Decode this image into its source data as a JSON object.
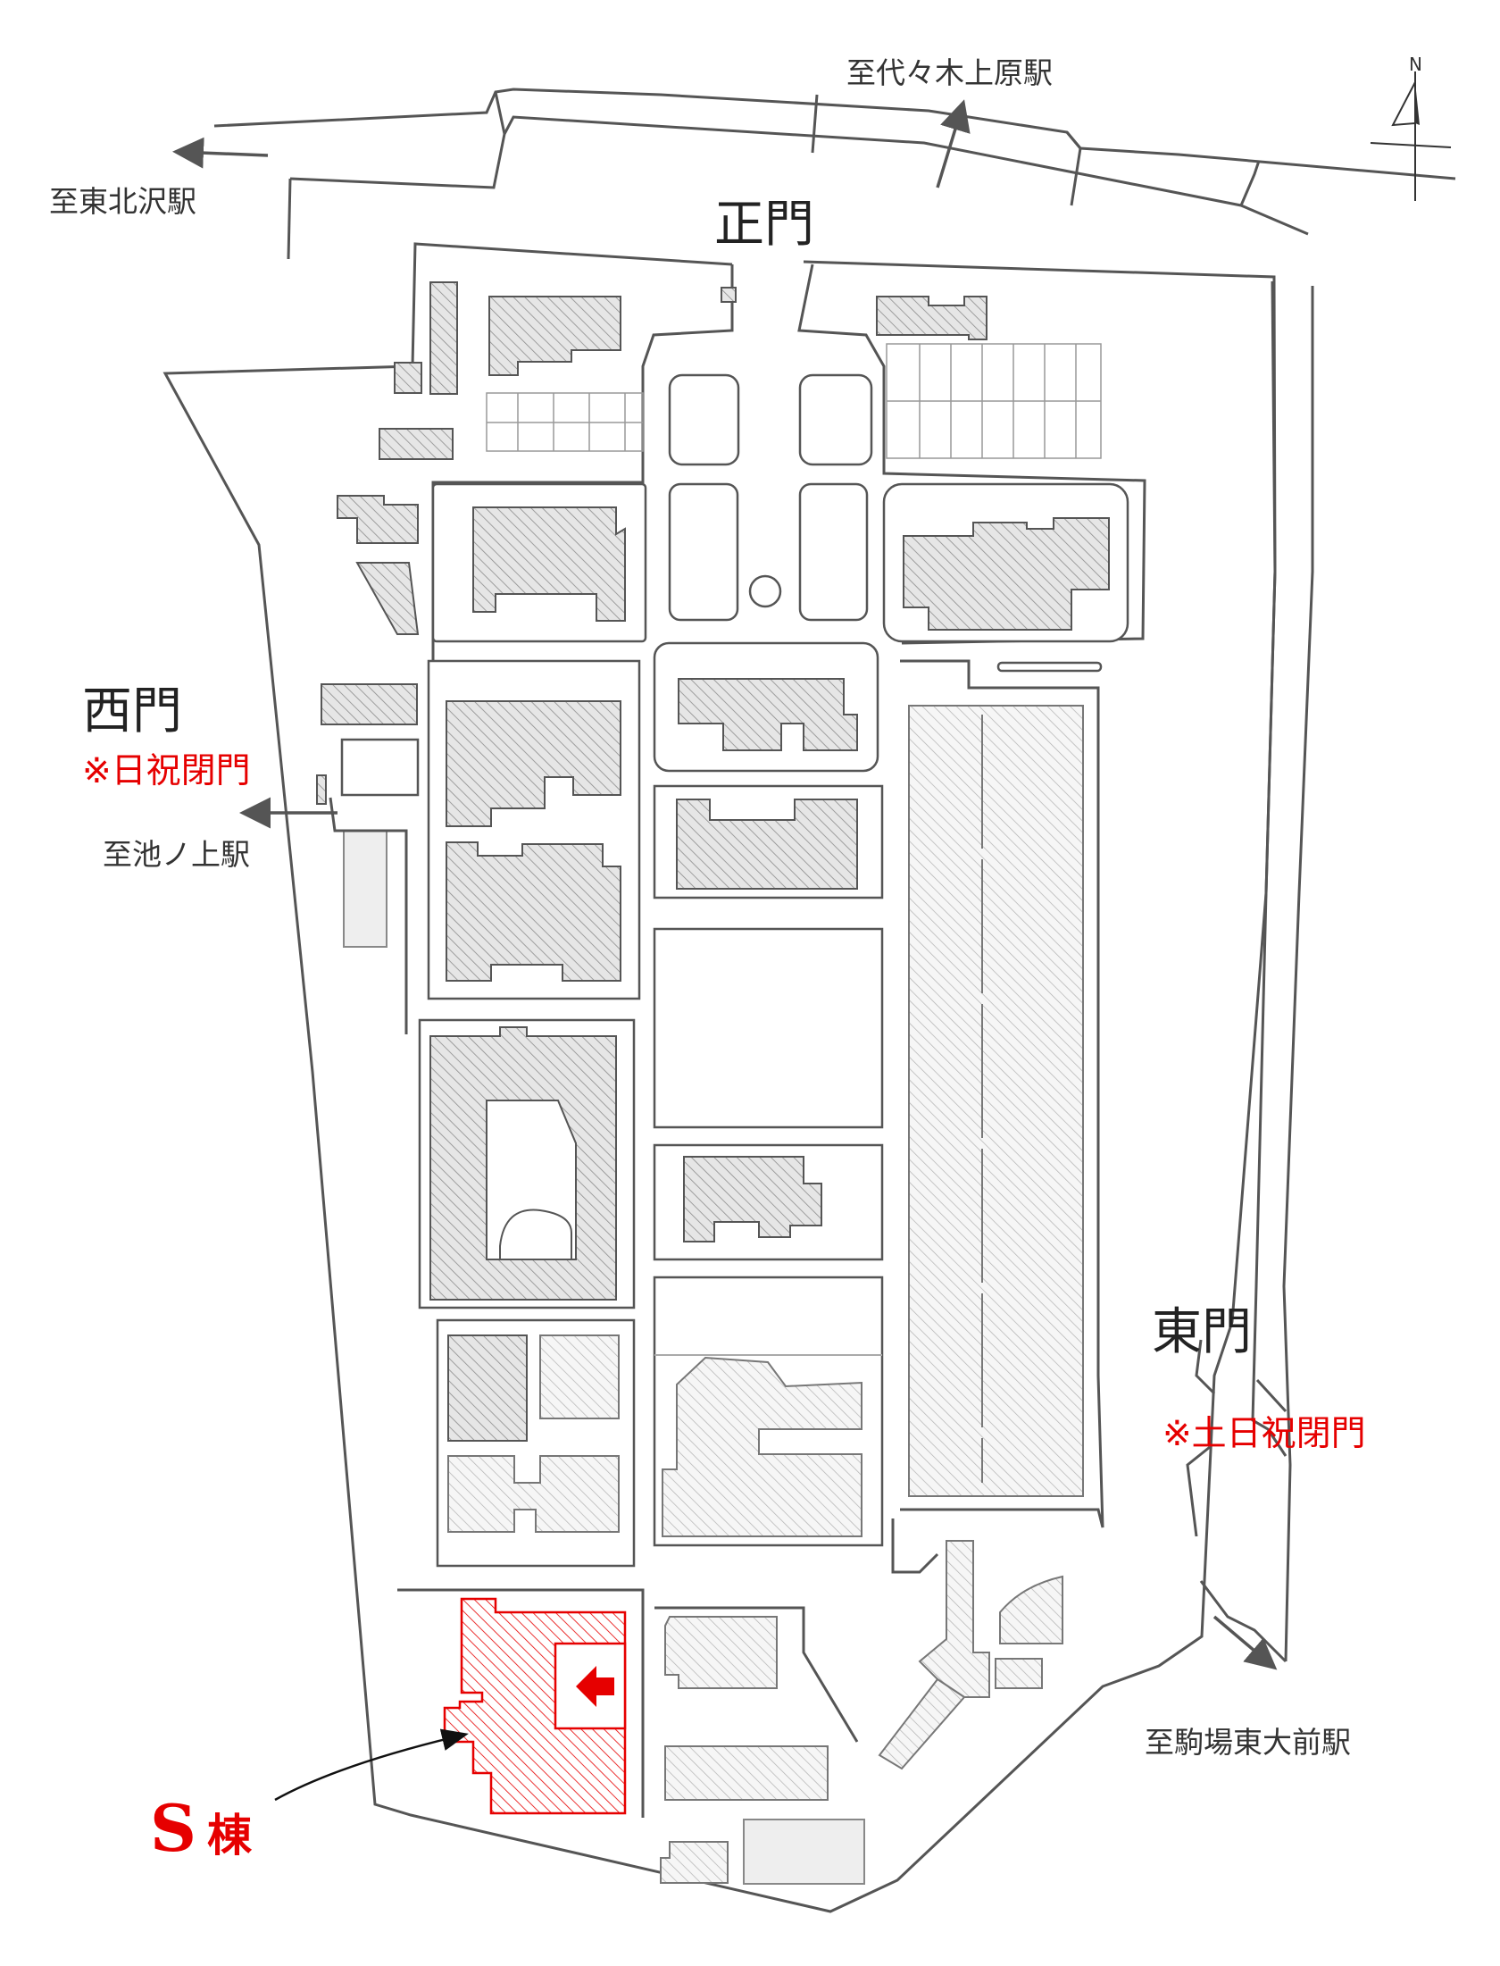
{
  "gates": {
    "main": "正門",
    "west": "西門",
    "east": "東門"
  },
  "notes": {
    "west_closed": "※日祝閉門",
    "east_closed": "※土日祝閉門"
  },
  "stations": {
    "higashi_kitazawa": "至東北沢駅",
    "yoyogi_uehara": "至代々木上原駅",
    "ikenoue": "至池ノ上駅",
    "komaba_todaimae": "至駒場東大前駅"
  },
  "compass": {
    "north": "N"
  },
  "target_building": {
    "letter": "S",
    "suffix": "棟",
    "color": "#e60000"
  },
  "colors": {
    "highlight": "#e60000",
    "outline": "#555555",
    "hatch": "#999999"
  }
}
